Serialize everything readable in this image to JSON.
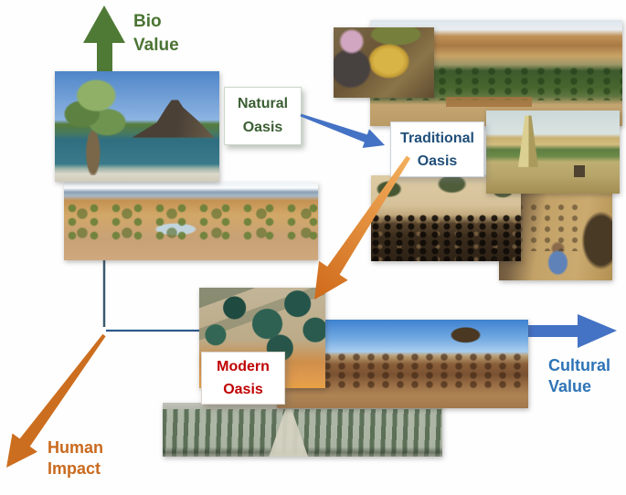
{
  "axes": {
    "bio": {
      "line1": "Bio",
      "line2": "Value",
      "text_color": "#4a7433",
      "arrow_color": "#4f7a35"
    },
    "cultural": {
      "line1": "Cultural",
      "line2": "Value",
      "text_color": "#2e74b5",
      "arrow_color": "#4472c4"
    },
    "human": {
      "line1": "Human",
      "line2": "Impact",
      "text_color": "#c96a1e",
      "arrow_color": "#cc6e1f"
    },
    "origin": {
      "vertical_line_color": "#3a5a6e",
      "horizontal_line_color": "#2e5a8c"
    }
  },
  "nodes": {
    "natural": {
      "line1": "Natural",
      "line2": "Oasis",
      "text_color": "#3b5e33"
    },
    "traditional": {
      "line1": "Traditional",
      "line2": "Oasis",
      "text_color": "#1f4e79"
    },
    "modern": {
      "line1": "Modern",
      "line2": "Oasis",
      "text_color": "#c00000"
    }
  },
  "connectors": {
    "natural_to_traditional": {
      "from": "Natural Oasis",
      "to": "Traditional Oasis",
      "color": "#4472c4"
    },
    "traditional_to_modern": {
      "from": "Traditional Oasis",
      "to": "Modern Oasis",
      "color_start": "#f2ae5c",
      "color_end": "#cf6a1a"
    }
  },
  "photos": {
    "desert_shrubs": "Desert oasis panorama with shrubs and pond",
    "natural_lake": "Palm tree, lake and mountain peak",
    "valley": "Palm grove valley with arid hills",
    "date_harvest": "Farmer harvesting date clusters",
    "person_mud": "Person sitting by mud-brick building",
    "herd": "Livestock herd in desert oasis",
    "minaret": "Mud-brick minaret and oasis village",
    "plantation": "Aerial rows of modern palm plantation",
    "degraded_palms": "Degraded palm grove panorama",
    "irrigation": "Aerial center-pivot irrigation circles"
  }
}
